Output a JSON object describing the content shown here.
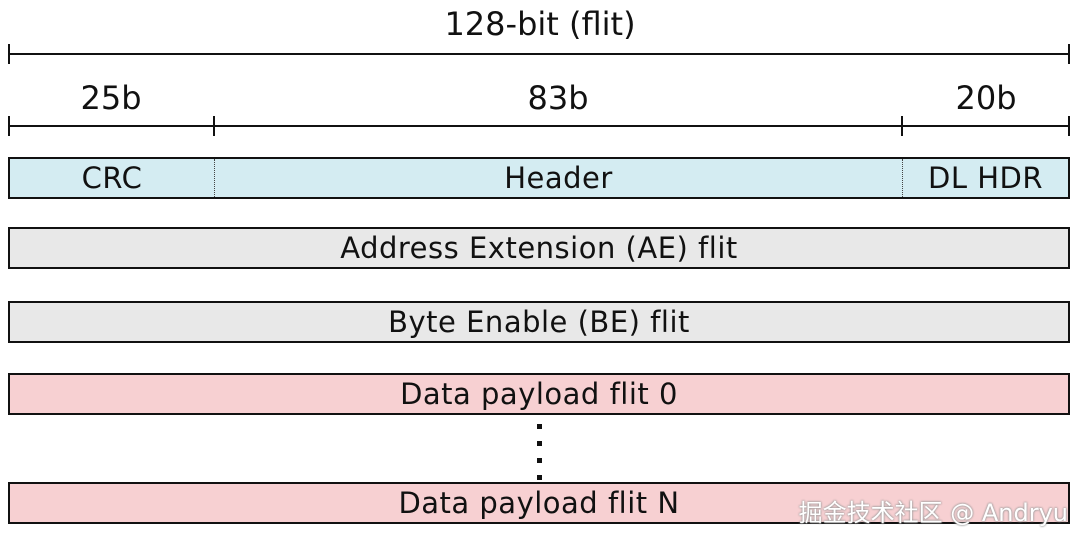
{
  "title": "128-bit (flit)",
  "widths": {
    "crc": "25b",
    "header": "83b",
    "dl_hdr": "20b"
  },
  "rows": {
    "row1": {
      "crc": "CRC",
      "header": "Header",
      "dl_hdr": "DL HDR",
      "color": "#d4ecf2"
    },
    "ae": {
      "label": "Address Extension (AE) flit",
      "color": "#e8e8e8"
    },
    "be": {
      "label": "Byte Enable (BE) flit",
      "color": "#e8e8e8"
    },
    "data0": {
      "label": "Data payload flit 0",
      "color": "#f7d0d2"
    },
    "dataN": {
      "label": "Data payload flit N",
      "color": "#f7d0d2"
    }
  },
  "watermark": "掘金技术社区 @ Andryu"
}
